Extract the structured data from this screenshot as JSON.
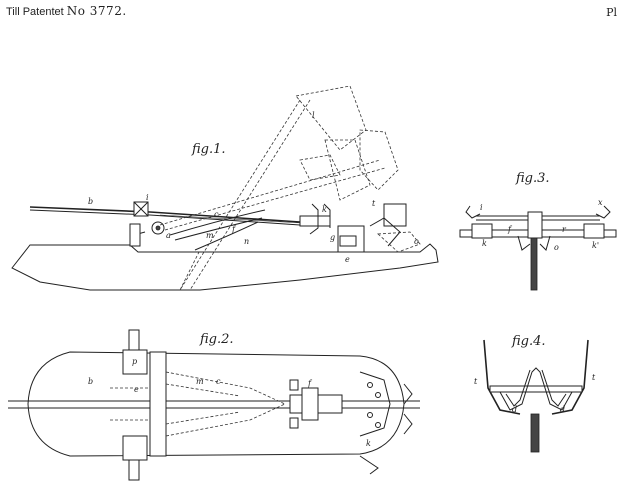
{
  "header": {
    "title_prefix": "Till Patentet",
    "number": "No 3772.",
    "plate": "Pl"
  },
  "figures": [
    {
      "id": "fig1",
      "label": "fig.1."
    },
    {
      "id": "fig2",
      "label": "fig.2."
    },
    {
      "id": "fig3",
      "label": "fig.3."
    },
    {
      "id": "fig4",
      "label": "fig.4."
    }
  ],
  "refs": {
    "fig1": [
      "b",
      "i",
      "a",
      "m",
      "c",
      "n",
      "f",
      "e",
      "g",
      "k",
      "t",
      "o",
      "l"
    ],
    "fig2": [
      "b",
      "p",
      "m",
      "c",
      "e",
      "f",
      "k"
    ],
    "fig3": [
      "i",
      "x",
      "k",
      "f",
      "r",
      "o",
      "k'"
    ],
    "fig4": [
      "t",
      "t",
      "d",
      "d"
    ]
  }
}
